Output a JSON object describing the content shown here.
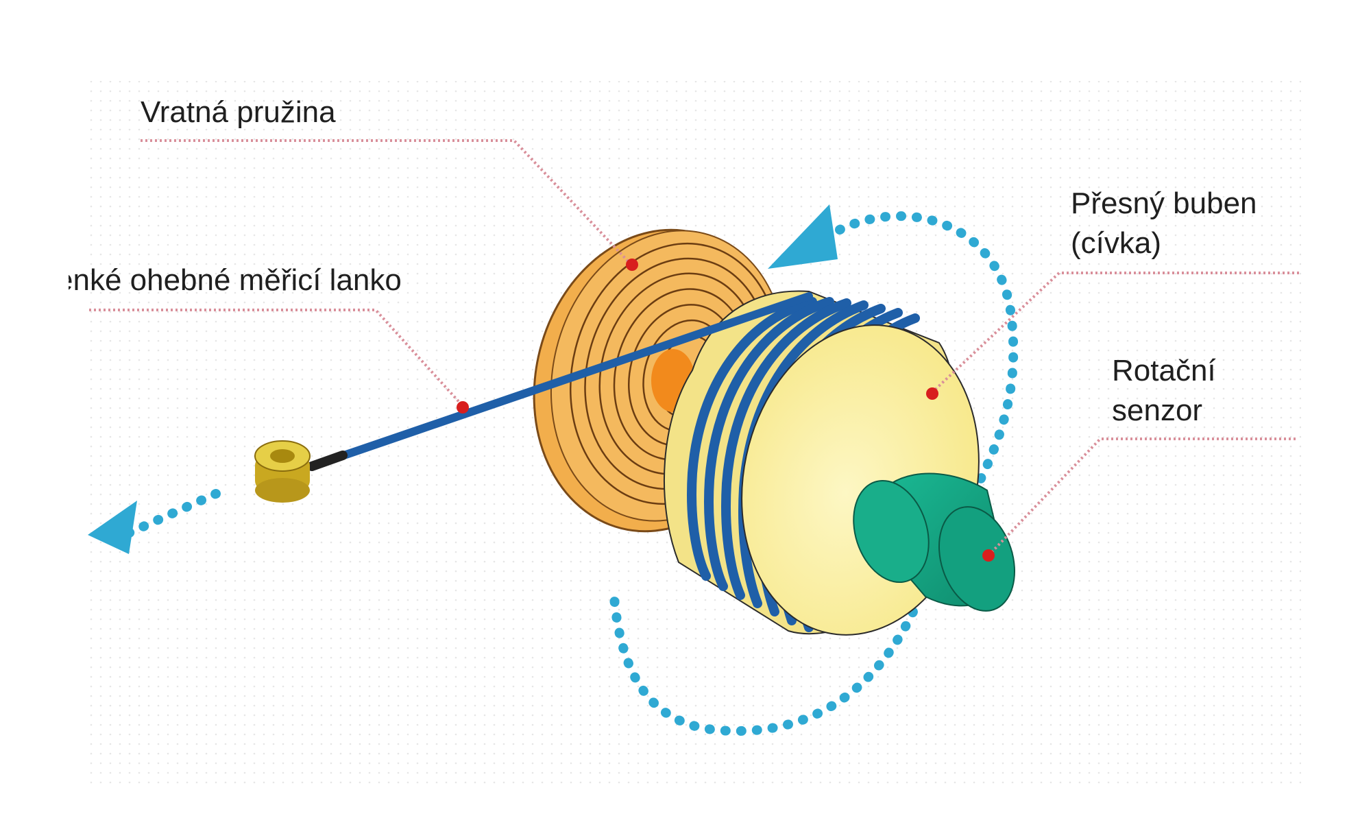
{
  "labels": {
    "return_spring": "Vratná pružina",
    "measuring_cable": "enké ohebné měřicí lanko",
    "drum_line1": "Přesný buben",
    "drum_line2": "(cívka)",
    "sensor_line1": "Rotační",
    "sensor_line2": "senzor"
  },
  "colors": {
    "spring": "#f4b95e",
    "spring_rings": "#6b3d12",
    "drum_face": "#fbf2a6",
    "cable": "#1f5fa8",
    "sensor": "#16a583",
    "arrows": "#2fa9d3",
    "leader_lines": "#d98f9a",
    "marker_dots": "#d81e1e"
  }
}
